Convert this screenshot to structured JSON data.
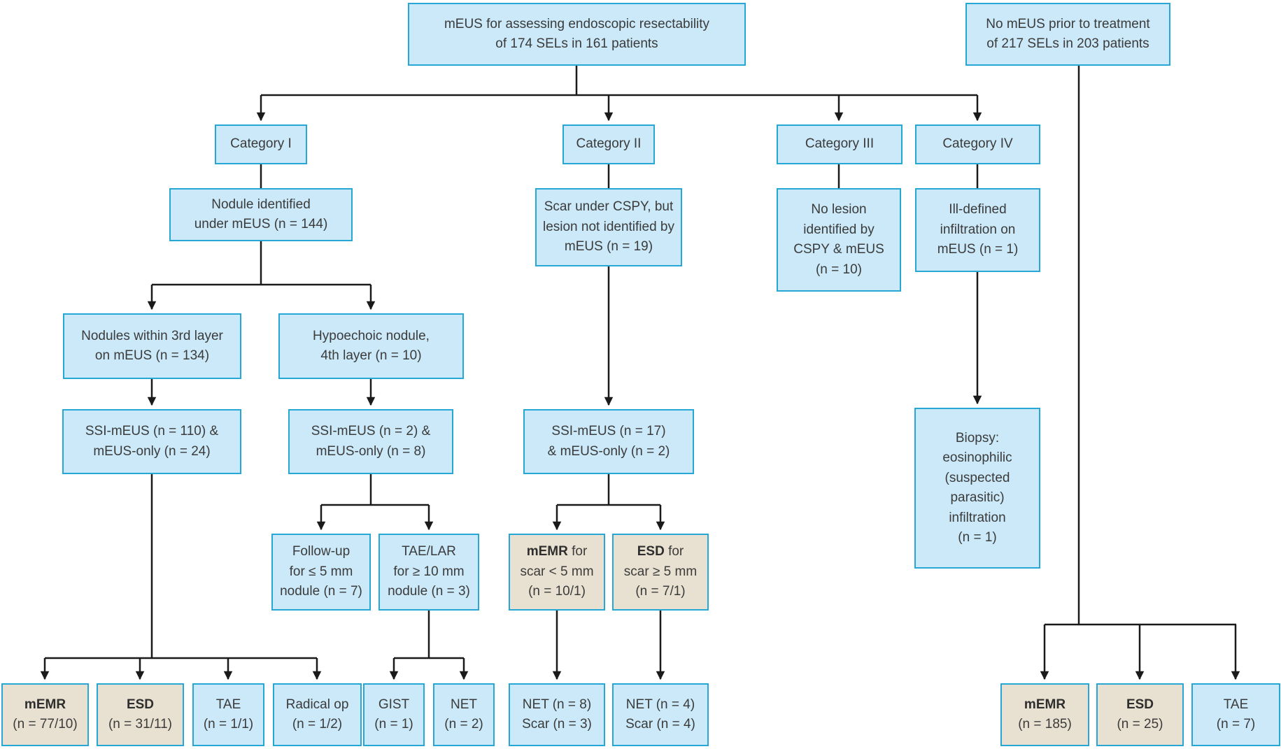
{
  "diagram": {
    "type": "flowchart",
    "colors": {
      "box_blue_fill": "#cbe9f8",
      "box_tan_fill": "#e8e1d1",
      "box_border": "#26a7d5",
      "line_color": "#1a1a1a",
      "text_color": "#3b3b3b"
    },
    "nodes": {
      "root_meus": {
        "text": "mEUS for assessing endoscopic resectability\nof 174 SELs in 161 patients"
      },
      "root_no_meus": {
        "text": "No mEUS prior to treatment\nof 217 SELs in 203 patients"
      },
      "cat1": {
        "text": "Category I"
      },
      "cat2": {
        "text": "Category II"
      },
      "cat3": {
        "text": "Category III"
      },
      "cat4": {
        "text": "Category IV"
      },
      "nodule_identified": {
        "text": "Nodule identified\nunder mEUS (n = 144)"
      },
      "scar_under_cspy": {
        "text": "Scar under CSPY, but\nlesion not identified by\nmEUS (n = 19)"
      },
      "no_lesion": {
        "text": "No lesion\nidentified by\nCSPY & mEUS\n(n = 10)"
      },
      "ill_defined": {
        "text": "Ill-defined\ninfiltration on\nmEUS (n = 1)"
      },
      "nodules_3rd_layer": {
        "text": "Nodules within 3rd layer\non mEUS (n = 134)"
      },
      "hypoechoic_4th_layer": {
        "text": "Hypoechoic nodule,\n4th layer (n = 10)"
      },
      "ssi_110": {
        "text": "SSI-mEUS (n = 110) &\nmEUS-only (n = 24)"
      },
      "ssi_2": {
        "text": "SSI-mEUS (n = 2) &\nmEUS-only (n = 8)"
      },
      "ssi_17": {
        "text": "SSI-mEUS (n = 17)\n& mEUS-only (n = 2)"
      },
      "biopsy": {
        "text": "Biopsy:\neosinophilic\n(suspected\nparasitic)\ninfiltration\n(n = 1)"
      },
      "follow_up": {
        "text": "Follow-up\nfor ≤ 5 mm\nnodule (n = 7)"
      },
      "tae_lar": {
        "text": "TAE/LAR\nfor ≥ 10 mm\nnodule (n = 3)"
      },
      "memr_scar": {
        "bold": "mEMR",
        "rest": " for\nscar < 5 mm\n(n = 10/1)"
      },
      "esd_scar": {
        "bold": "ESD",
        "rest": " for\nscar ≥ 5 mm\n(n = 7/1)"
      },
      "memr_77": {
        "bold": "mEMR",
        "rest": "\n(n = 77/10)"
      },
      "esd_31": {
        "bold": "ESD",
        "rest": "\n(n = 31/11)"
      },
      "tae_11": {
        "text": "TAE\n(n = 1/1)"
      },
      "radical_op": {
        "text": "Radical op\n(n = 1/2)"
      },
      "gist": {
        "text": "GIST\n(n = 1)"
      },
      "net_2": {
        "text": "NET\n(n = 2)"
      },
      "net8_scar3": {
        "text": "NET (n = 8)\nScar (n = 3)"
      },
      "net4_scar4": {
        "text": "NET (n = 4)\nScar (n = 4)"
      },
      "memr_185": {
        "bold": "mEMR",
        "rest": "\n(n = 185)"
      },
      "esd_25": {
        "bold": "ESD",
        "rest": "\n(n = 25)"
      },
      "tae_7": {
        "text": "TAE\n(n = 7)"
      }
    }
  }
}
